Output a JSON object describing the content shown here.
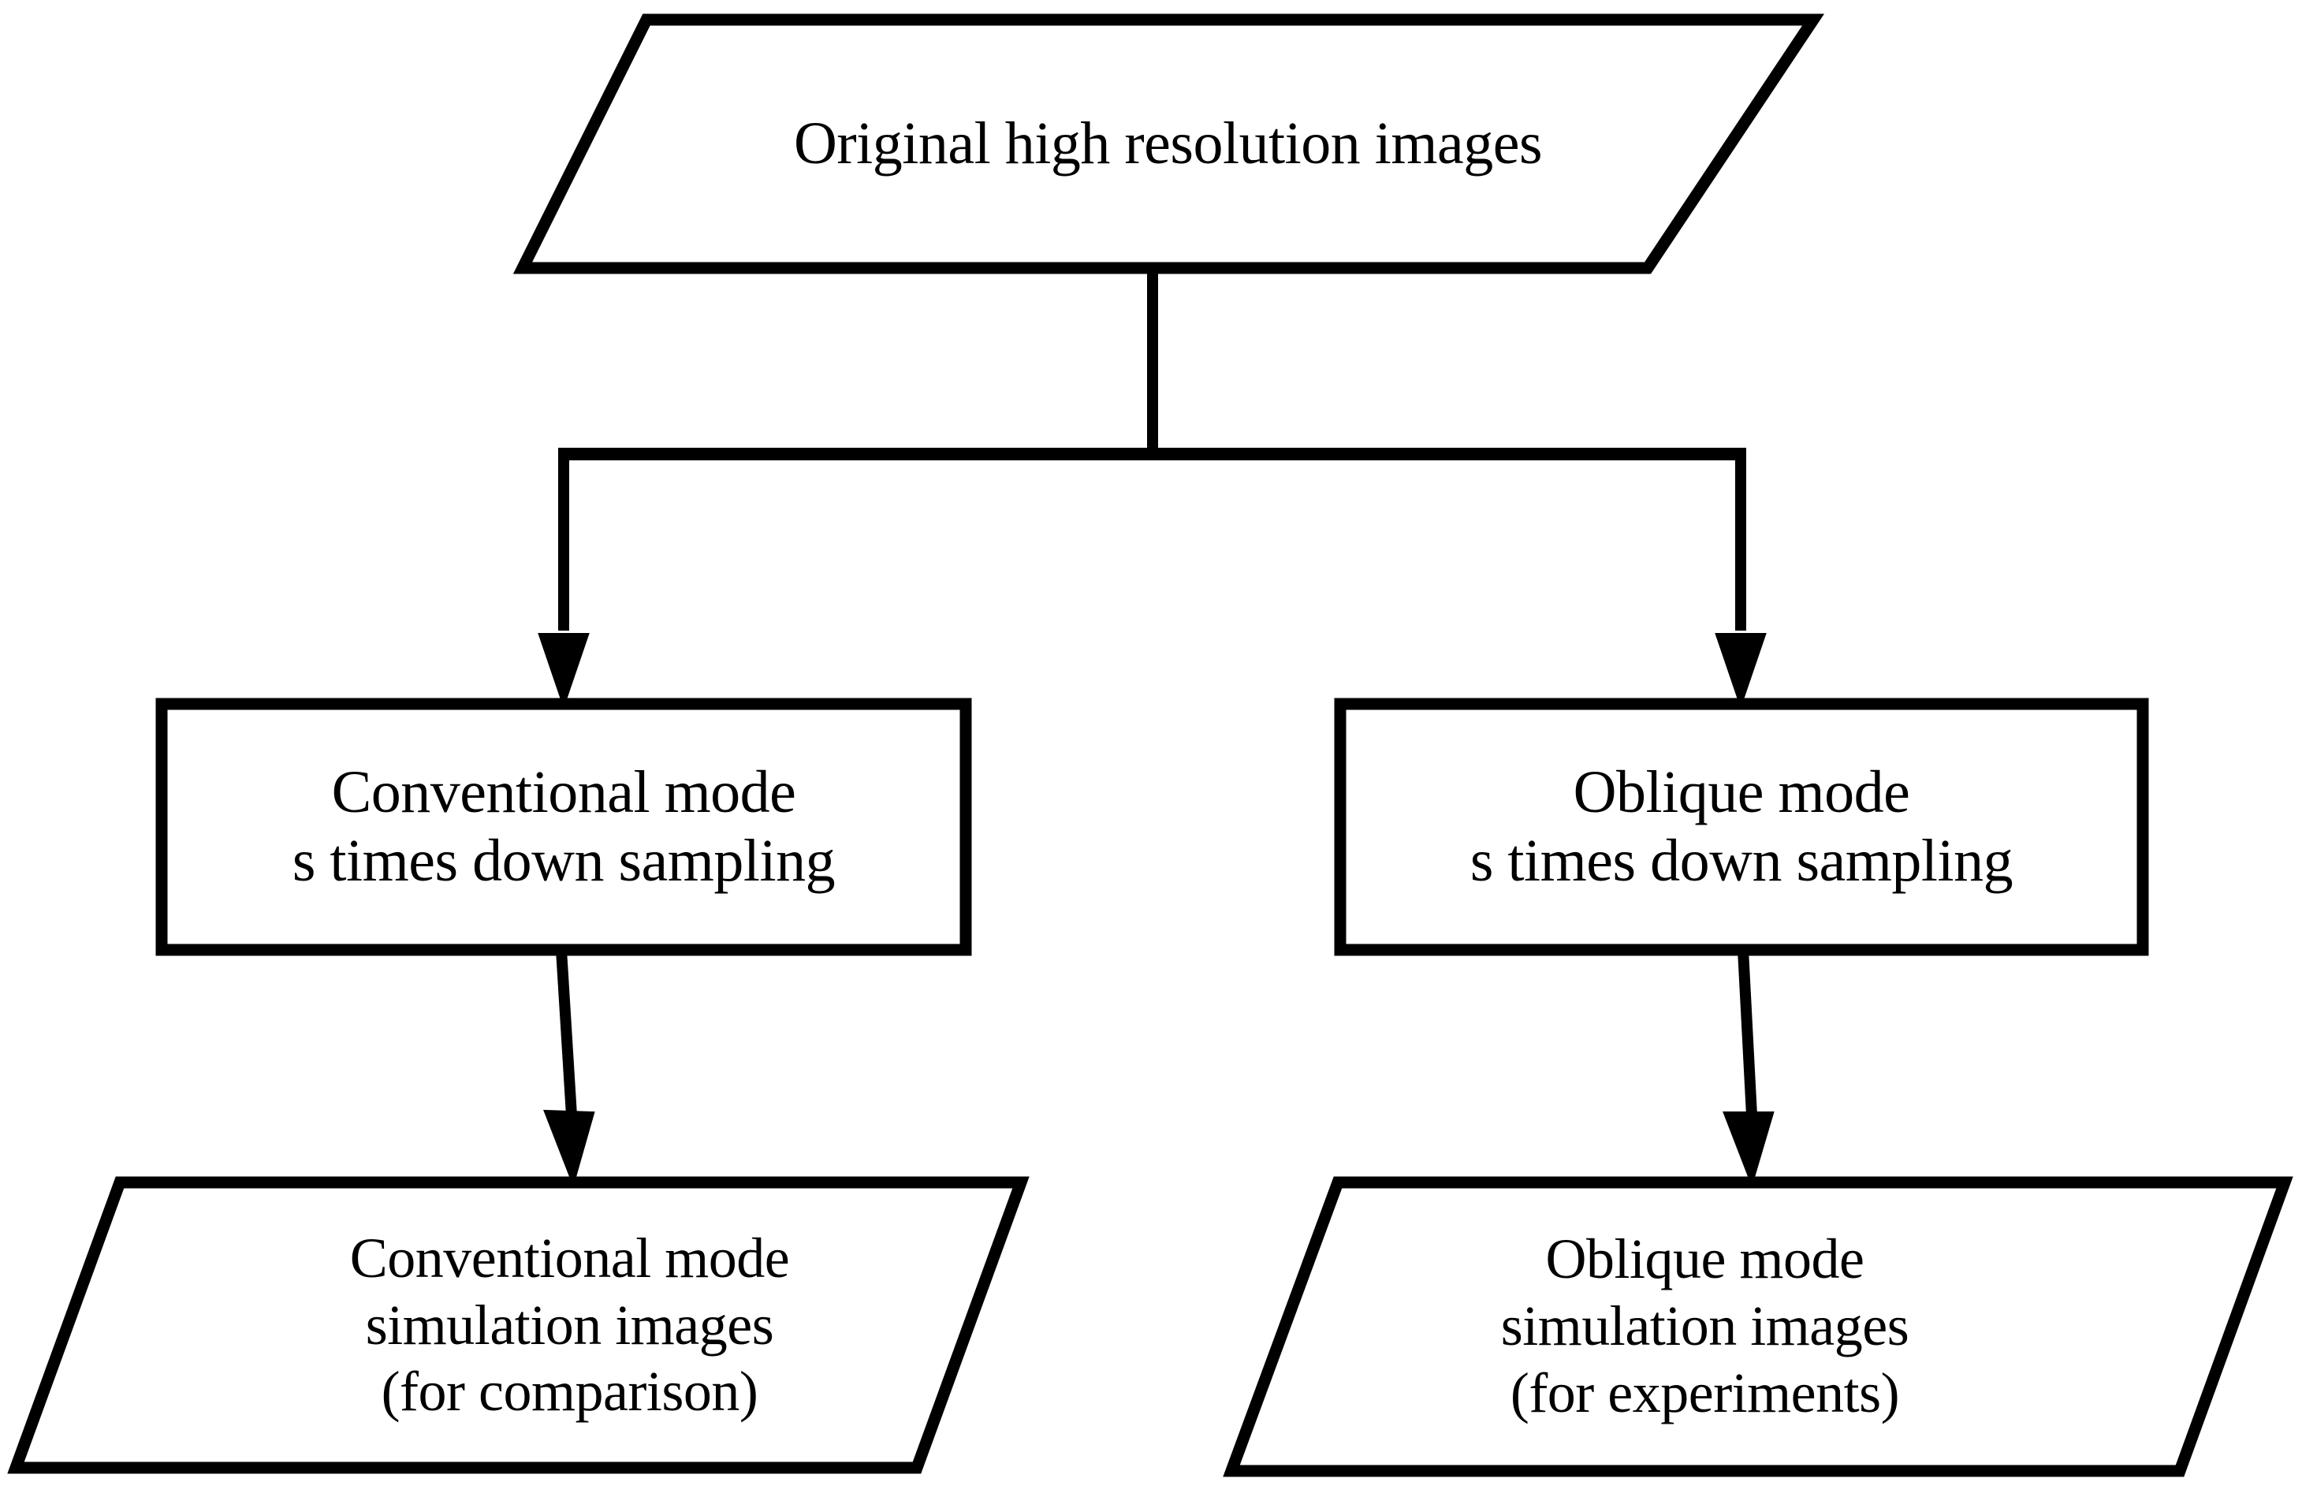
{
  "diagram": {
    "title": "Simulation image generation flowchart",
    "type": "flowchart",
    "stroke_color": "#000000",
    "fill_color": "#ffffff",
    "background_color": "#ffffff",
    "nodes": [
      {
        "id": "source",
        "shape": "parallelogram",
        "role": "data",
        "lines": [
          "Original high resolution images"
        ]
      },
      {
        "id": "process-conventional",
        "shape": "rectangle",
        "role": "process",
        "lines": [
          "Conventional mode",
          "s times down sampling"
        ]
      },
      {
        "id": "process-oblique",
        "shape": "rectangle",
        "role": "process",
        "lines": [
          "Oblique mode",
          "s times down sampling"
        ]
      },
      {
        "id": "output-conventional",
        "shape": "parallelogram",
        "role": "data",
        "lines": [
          "Conventional mode",
          "simulation images",
          "(for comparison)"
        ]
      },
      {
        "id": "output-oblique",
        "shape": "parallelogram",
        "role": "data",
        "lines": [
          "Oblique mode",
          "simulation images",
          "(for experiments)"
        ]
      }
    ],
    "edges": [
      {
        "id": "edge-source-split",
        "from": "source",
        "to": "split-junction",
        "style": "plain"
      },
      {
        "id": "edge-split-conventional",
        "from": "split-junction",
        "to": "process-conventional",
        "style": "arrow"
      },
      {
        "id": "edge-split-oblique",
        "from": "split-junction",
        "to": "process-oblique",
        "style": "arrow"
      },
      {
        "id": "edge-conv-out",
        "from": "process-conventional",
        "to": "output-conventional",
        "style": "arrow"
      },
      {
        "id": "edge-obl-out",
        "from": "process-oblique",
        "to": "output-oblique",
        "style": "arrow"
      }
    ]
  },
  "text": {
    "source_line1": "Original high resolution images",
    "proc_left_line1": "Conventional mode",
    "proc_left_line2": "s times down sampling",
    "proc_right_line1": "Oblique mode",
    "proc_right_line2": "s times down sampling",
    "out_left_line1": "Conventional mode",
    "out_left_line2": "simulation images",
    "out_left_line3": "(for comparison)",
    "out_right_line1": "Oblique mode",
    "out_right_line2": "simulation images",
    "out_right_line3": "(for experiments)"
  }
}
